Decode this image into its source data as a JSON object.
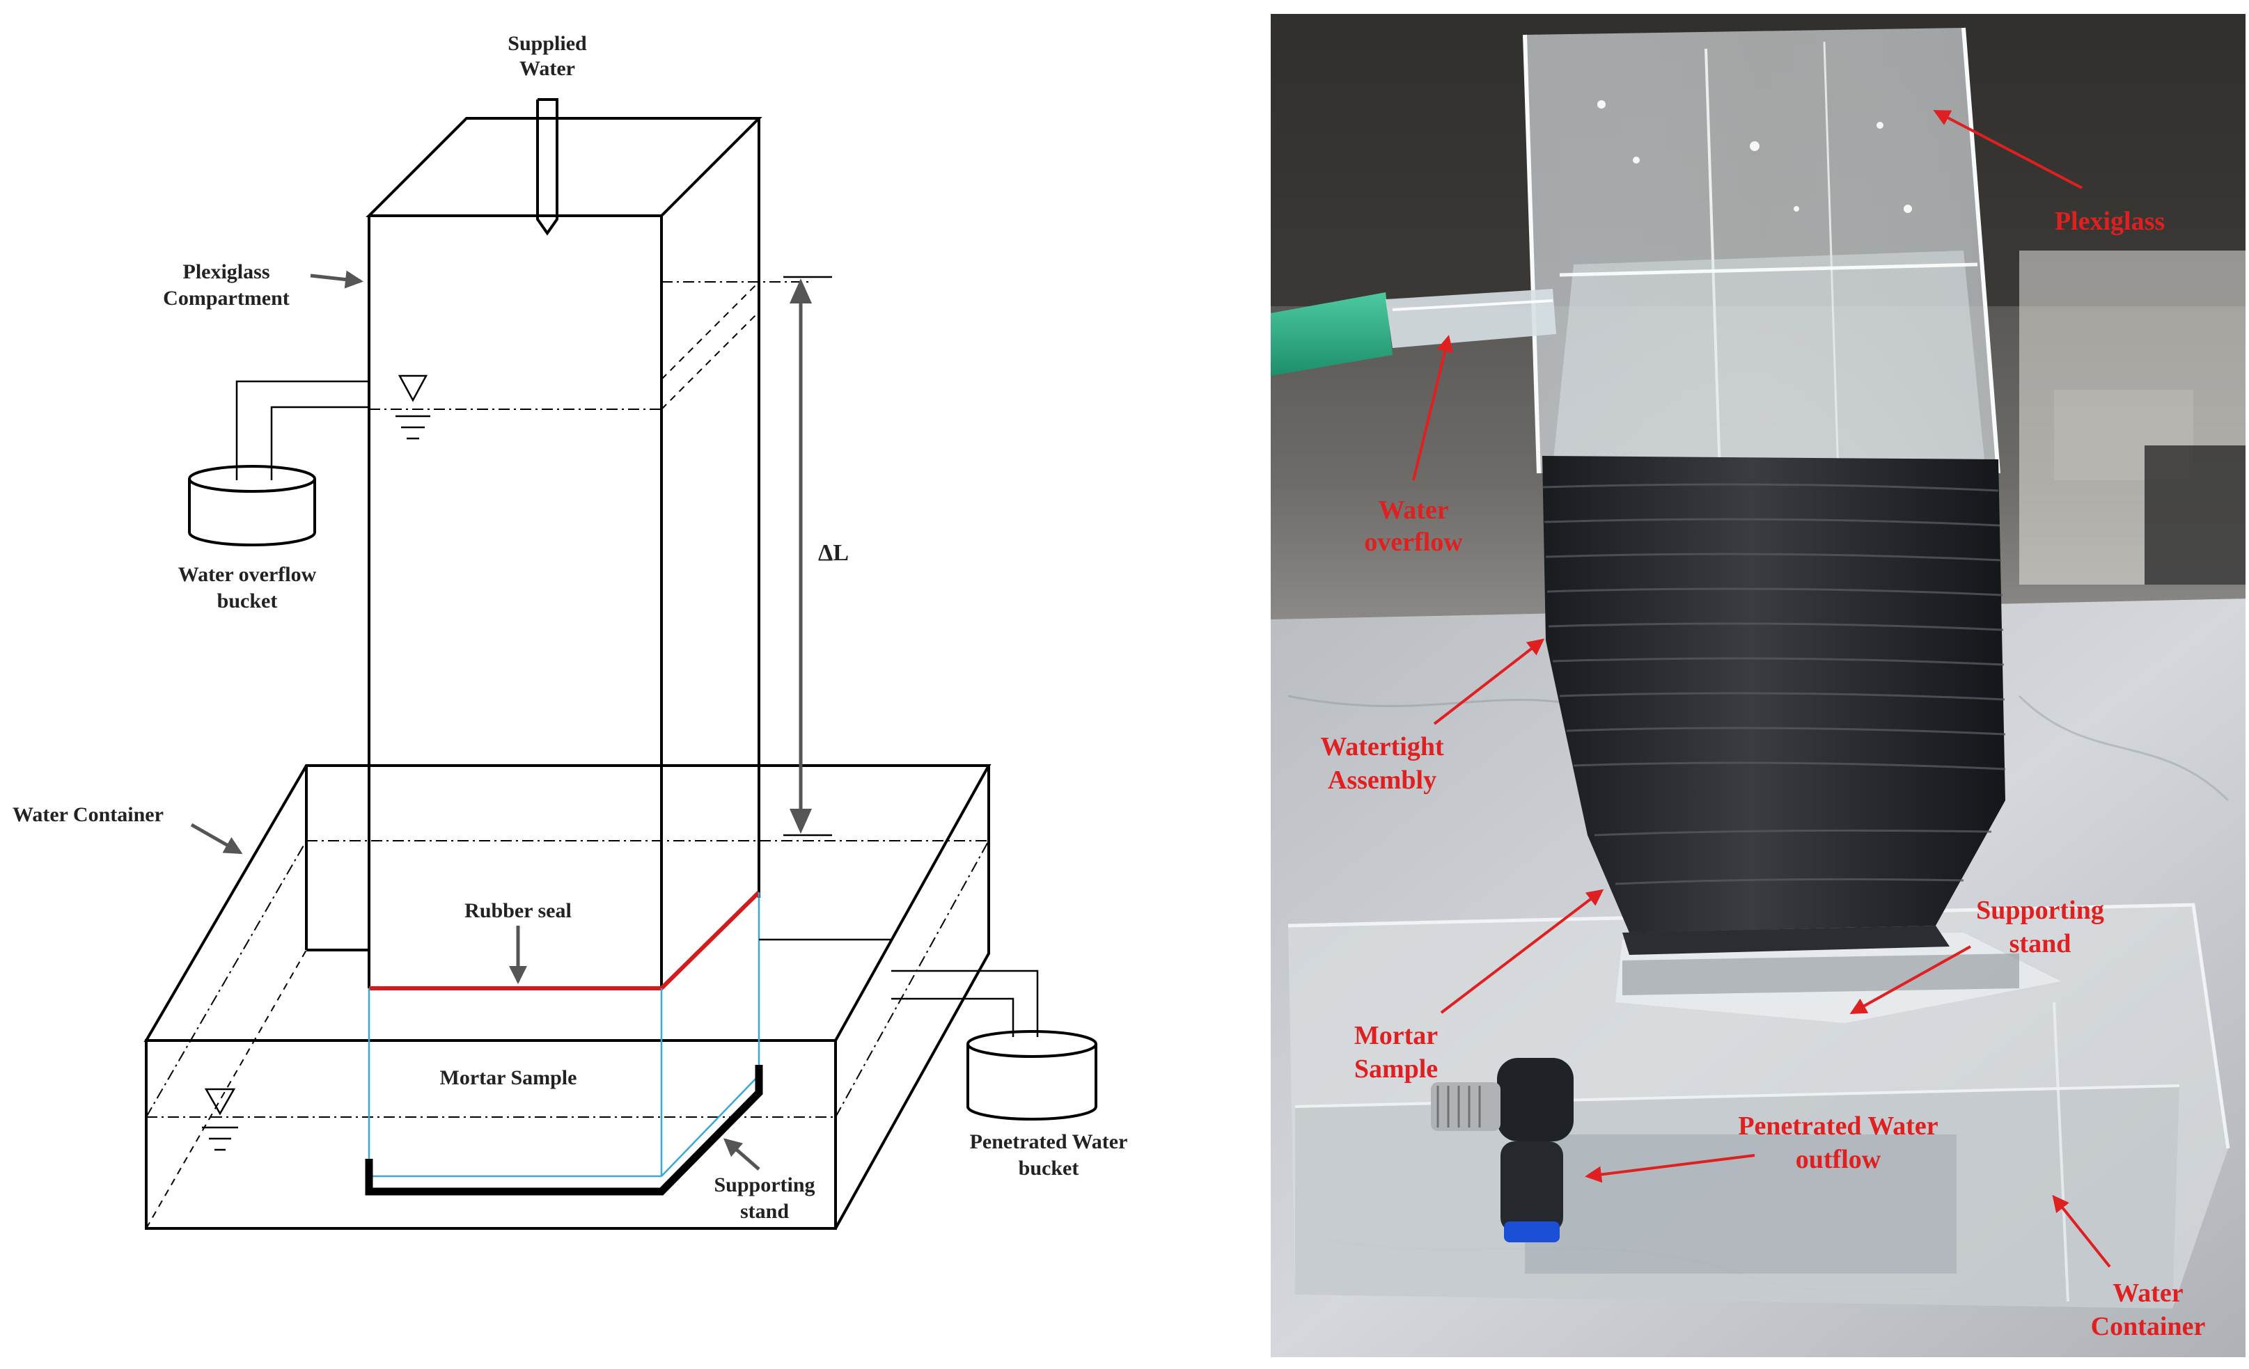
{
  "schematic": {
    "supplied_water": [
      "Supplied",
      "Water"
    ],
    "plexiglass_compartment": [
      "Plexiglass",
      "Compartment"
    ],
    "water_overflow_bucket": [
      "Water overflow",
      "bucket"
    ],
    "delta_l": "ΔL",
    "water_container": "Water Container",
    "rubber_seal": "Rubber seal",
    "mortar_sample": "Mortar Sample",
    "penetrated_water_bucket": [
      "Penetrated Water",
      "bucket"
    ],
    "supporting_stand": [
      "Supporting",
      "stand"
    ]
  },
  "photo": {
    "plexiglass": "Plexiglass",
    "water_overflow": [
      "Water",
      "overflow"
    ],
    "watertight_assembly": [
      "Watertight",
      "Assembly"
    ],
    "supporting_stand": [
      "Supporting",
      "stand"
    ],
    "mortar_sample": [
      "Mortar",
      "Sample"
    ],
    "penetrated_water_outflow": [
      "Penetrated Water",
      "outflow"
    ],
    "water_container": [
      "Water",
      "Container"
    ]
  },
  "colors": {
    "rubber_seal": "#d41a1a",
    "photo_labels": "#e02020",
    "sample_outline": "#3aa7d6"
  }
}
